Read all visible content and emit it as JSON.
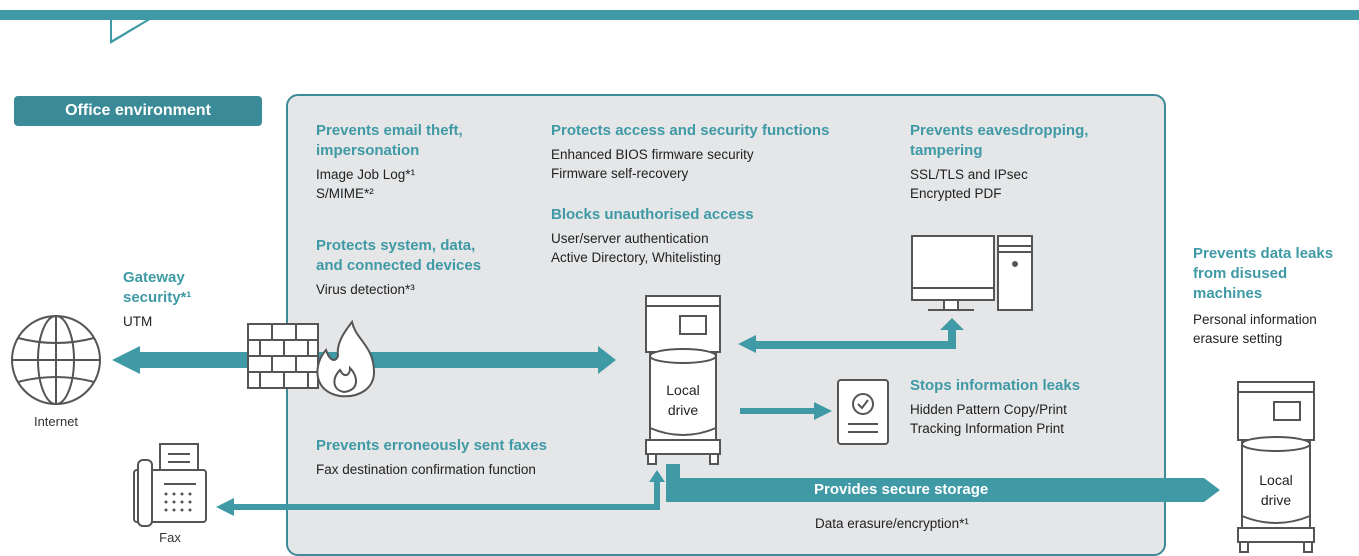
{
  "office_tag": "Office environment",
  "gateway": {
    "title_line1": "Gateway",
    "title_line2": "security*¹",
    "text": "UTM"
  },
  "internet_label": "Internet",
  "fax_label": "Fax",
  "email": {
    "title_line1": "Prevents email theft,",
    "title_line2": "impersonation",
    "lines": [
      "Image Job Log*¹",
      "S/MIME*²"
    ]
  },
  "system": {
    "title_line1": "Protects system, data,",
    "title_line2": "and connected devices",
    "lines": [
      "Virus detection*³"
    ]
  },
  "access": {
    "title": "Protects access and security functions",
    "lines": [
      "Enhanced BIOS firmware security",
      "Firmware self-recovery"
    ]
  },
  "unauth": {
    "title": "Blocks unauthorised access",
    "lines": [
      "User/server authentication",
      "Active Directory, Whitelisting"
    ]
  },
  "eaves": {
    "title_line1": "Prevents eavesdropping,",
    "title_line2": "tampering",
    "lines": [
      "SSL/TLS and IPsec",
      "Encrypted PDF"
    ]
  },
  "leaks": {
    "title": "Stops information leaks",
    "lines": [
      "Hidden Pattern Copy/Print",
      "Tracking Information Print"
    ]
  },
  "faxes": {
    "title": "Prevents erroneously sent faxes",
    "lines": [
      "Fax destination confirmation function"
    ]
  },
  "storage": {
    "title": "Provides secure storage",
    "lines": [
      "Data erasure/encryption*¹"
    ]
  },
  "disused": {
    "title_lines": [
      "Prevents data leaks",
      "from disused",
      "machines"
    ],
    "lines": [
      "Personal information",
      "erasure setting"
    ]
  },
  "drive": {
    "line1": "Local",
    "line2": "drive"
  },
  "colors": {
    "teal": "#3f9aa6",
    "dark_teal": "#3a8b97",
    "box_bg": "#e4e6e8",
    "icon": "#555555"
  }
}
